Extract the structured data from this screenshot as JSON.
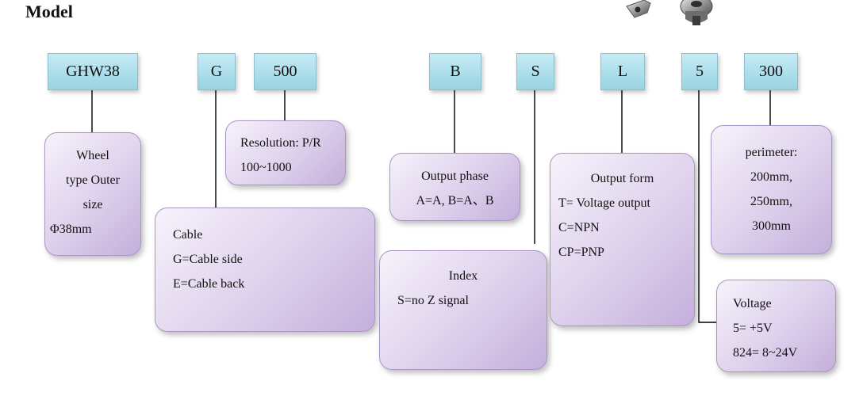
{
  "title": "Model",
  "codes": {
    "c1": "GHW38",
    "c2": "G",
    "c3": "500",
    "c4": "B",
    "c5": "S",
    "c6": "L",
    "c7": "5",
    "c8": "300"
  },
  "boxes": {
    "wheel": [
      "Wheel",
      "type Outer",
      "size",
      "Φ38mm"
    ],
    "resolution": [
      "Resolution: P/R",
      "100~1000"
    ],
    "cable": [
      "Cable",
      "G=Cable side",
      "E=Cable back"
    ],
    "phase": [
      "Output phase",
      "A=A, B=A、B"
    ],
    "index": [
      "Index",
      "S=no Z signal"
    ],
    "output": [
      "Output form",
      "T= Voltage output",
      "C=NPN",
      "CP=PNP"
    ],
    "perimeter": [
      "perimeter:",
      "200mm,",
      "250mm,",
      "300mm"
    ],
    "voltage": [
      "Voltage",
      "5= +5V",
      "824= 8~24V"
    ]
  },
  "colors": {
    "code_fill": "#a9dbe9",
    "box_fill": "#d9cbe9",
    "line": "#000000"
  },
  "icons": {
    "product_photo": "encoder-wheel-photo"
  }
}
